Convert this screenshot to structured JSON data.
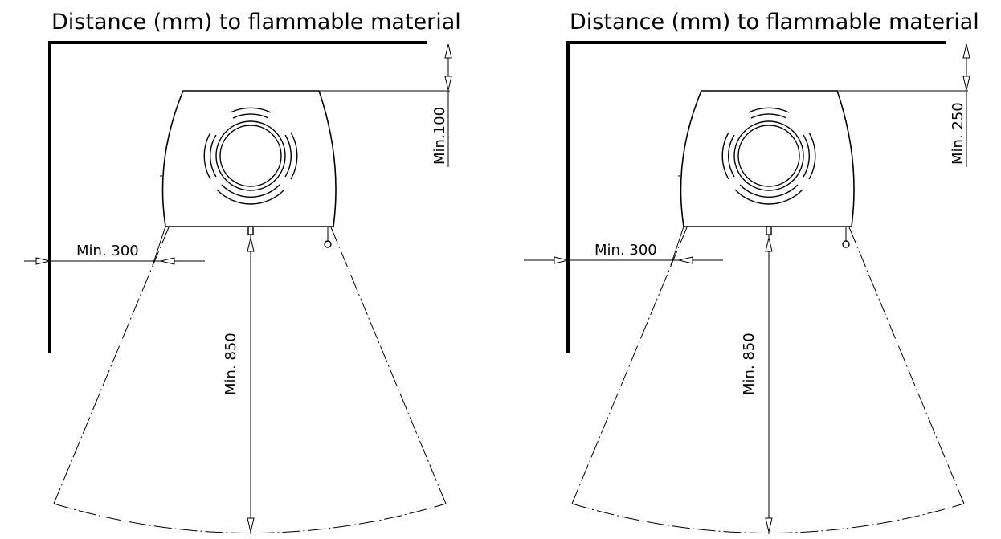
{
  "panels": [
    {
      "id": "left",
      "title": "Distance (mm) to flammable material",
      "dim_back": "Min.100",
      "dim_side": "Min. 300",
      "dim_front": "Min. 850"
    },
    {
      "id": "right",
      "title": "Distance (mm) to flammable material",
      "dim_back": "Min. 250",
      "dim_side": "Min. 300",
      "dim_front": "Min. 850"
    }
  ],
  "colors": {
    "line": "#000000",
    "background": "#ffffff"
  }
}
